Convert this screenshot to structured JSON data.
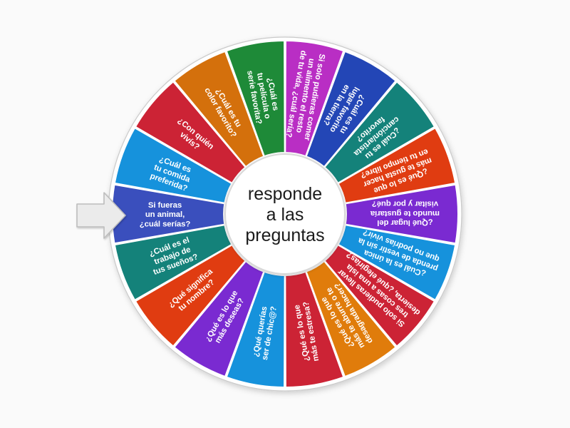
{
  "background_color": "#fafafa",
  "wheel": {
    "center_label_lines": [
      "responde",
      "a las",
      "preguntas"
    ],
    "center_text": "responde a las preguntas",
    "center_fill": "#ffffff",
    "center_text_color": "#1b1b1b",
    "rim_color": "#ffffff",
    "outer_ring_color": "#9e9e9e",
    "segment_count": 16,
    "segments": [
      {
        "index": 0,
        "color": "#b92ec4",
        "text": "Si solo pudieras comer un alimento el resto de tu vida, ¿cuál sería?",
        "lines": [
          "Si solo pudieras comer",
          "un alimento el resto",
          "de tu vida, ¿cuál sería?"
        ]
      },
      {
        "index": 1,
        "color": "#2346b6",
        "text": "¿Cuál es tu lugar favorito en la tierra?",
        "lines": [
          "¿Cuál es tu",
          "lugar favorito",
          "en la tierra?"
        ]
      },
      {
        "index": 2,
        "color": "#14827a",
        "text": "¿Cuál es tu canción/artista favorito?",
        "lines": [
          "¿Cuál es tu",
          "canción/artista",
          "favorito?"
        ]
      },
      {
        "index": 3,
        "color": "#e03c11",
        "text": "¿Qué es lo que más te gusta hacer en tu tiempo libre?",
        "lines": [
          "¿Qué es lo que",
          "más te gusta hacer",
          "en tu tiempo libre?"
        ]
      },
      {
        "index": 4,
        "color": "#7a2ad1",
        "text": "¿Qué lugar del mundo te gustaría visitar y por qué?",
        "lines": [
          "¿Qué lugar del",
          "mundo te gustaría",
          "visitar y por qué?"
        ]
      },
      {
        "index": 5,
        "color": "#1692dc",
        "text": "¿Cuál es la única prenda de vestir sin la que no podrías vivir?",
        "lines": [
          "¿Cuál es la única",
          "prenda de vestir sin la",
          "que no podrías vivir?"
        ]
      },
      {
        "index": 6,
        "color": "#cc2335",
        "text": "Si solo pudieras llevar tres cosas a una isla desierta, ¿qué elegirías?",
        "lines": [
          "Si solo pudieras llevar",
          "tres cosas a una isla",
          "desierta, ¿qué elegirías?"
        ]
      },
      {
        "index": 7,
        "color": "#e07c0b",
        "text": "¿Qué es lo que más te aburre o te desagrada hacer?",
        "lines": [
          "¿Qué es lo que",
          "más te aburre o te",
          "desagrada hacer?"
        ]
      },
      {
        "index": 8,
        "color": "#cc2335",
        "text": "¿Qué es lo que más te estresa?",
        "lines": [
          "¿Qué es lo que",
          "más te estresa?"
        ]
      },
      {
        "index": 9,
        "color": "#1692dc",
        "text": "¿Qué querías ser de chic@?",
        "lines": [
          "¿Qué querías",
          "ser de chic@?"
        ]
      },
      {
        "index": 10,
        "color": "#7a2ad1",
        "text": "¿Qué es lo que más deseas?",
        "lines": [
          "¿Qué es lo que",
          "más deseas?"
        ]
      },
      {
        "index": 11,
        "color": "#e03c11",
        "text": "¿Qué significa tu nombre?",
        "lines": [
          "¿Qué significa",
          "tu nombre?"
        ]
      },
      {
        "index": 12,
        "color": "#14827a",
        "text": "¿Cuál es el trabajo de tus sueños?",
        "lines": [
          "¿Cuál es el",
          "trabajo de",
          "tus sueños?"
        ]
      },
      {
        "index": 13,
        "color": "#3a4fbd",
        "text": "Si fueras un animal, ¿cuál serías?",
        "lines": [
          "Si fueras",
          "un animal,",
          "¿cuál serías?"
        ]
      },
      {
        "index": 14,
        "color": "#1692dc",
        "text": "¿Cuál es tu comida preferida?",
        "lines": [
          "¿Cuál es",
          "tu comida",
          "preferida?"
        ]
      },
      {
        "index": 15,
        "color": "#cc2335",
        "text": "¿Con quién vivís?",
        "lines": [
          "¿Con quién",
          "vivís?"
        ]
      },
      {
        "index": 16,
        "color": "#d4700c",
        "text": "¿Cuál es tu color favorito?",
        "lines": [
          "¿Cuál es tu",
          "color favorito?"
        ]
      },
      {
        "index": 17,
        "color": "#1e8a38",
        "text": "¿Cuál es tu película o serie favorita?",
        "lines": [
          "¿Cuál es",
          "tu película o",
          "serie favorita?"
        ]
      }
    ]
  },
  "pointer": {
    "name": "spin-pointer-arrow",
    "fill": "#ebebeb",
    "stroke": "#bdbdbd",
    "direction": "right"
  }
}
